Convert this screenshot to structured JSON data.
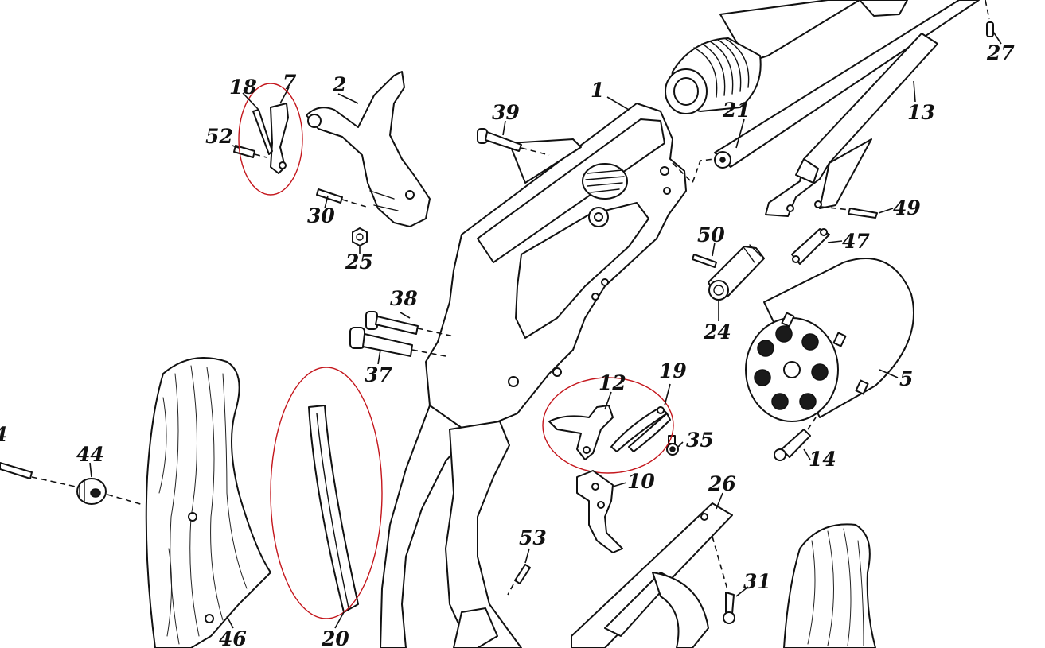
{
  "callouts": {
    "p1": "1",
    "p2": "2",
    "p5": "5",
    "p7": "7",
    "p10": "10",
    "p12": "12",
    "p13": "13",
    "p14": "14",
    "p18": "18",
    "p19": "19",
    "p20": "20",
    "p21": "21",
    "p24": "24",
    "p25": "25",
    "p26": "26",
    "p27": "27",
    "p30": "30",
    "p31": "31",
    "p35": "35",
    "p37": "37",
    "p38": "38",
    "p39": "39",
    "p44": "44",
    "p46": "46",
    "p47": "47",
    "p49": "49",
    "p50": "50",
    "p52": "52",
    "p53": "53",
    "p4_partial": "4"
  },
  "colors": {
    "line": "#111111",
    "highlight_circle": "#c4161c",
    "background": "#ffffff"
  }
}
